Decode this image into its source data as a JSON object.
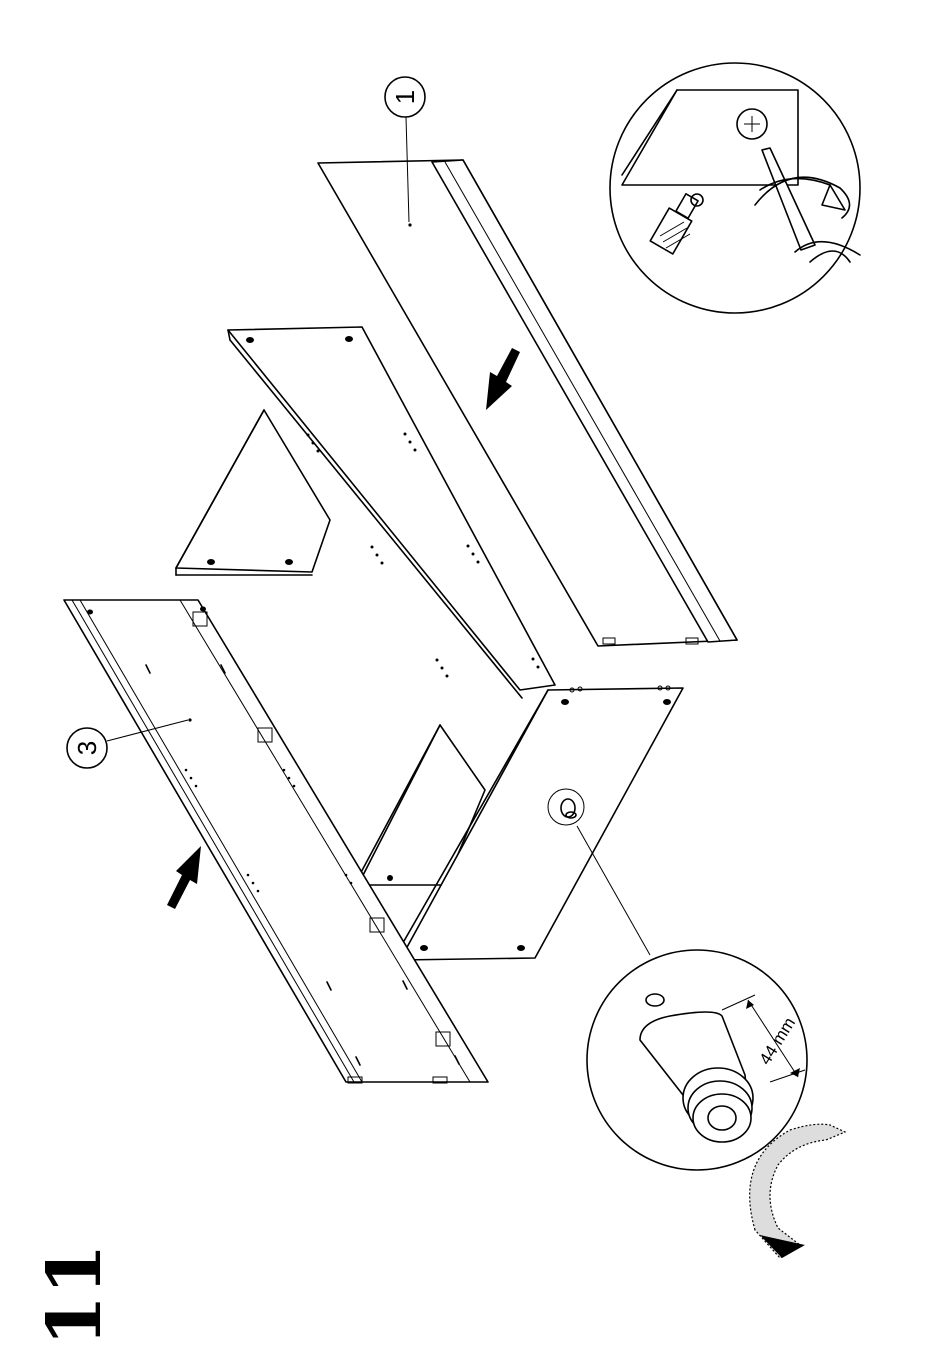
{
  "step_number": "11",
  "callouts": {
    "part_1": "1",
    "part_3": "3"
  },
  "dimension_label": "44 mm"
}
